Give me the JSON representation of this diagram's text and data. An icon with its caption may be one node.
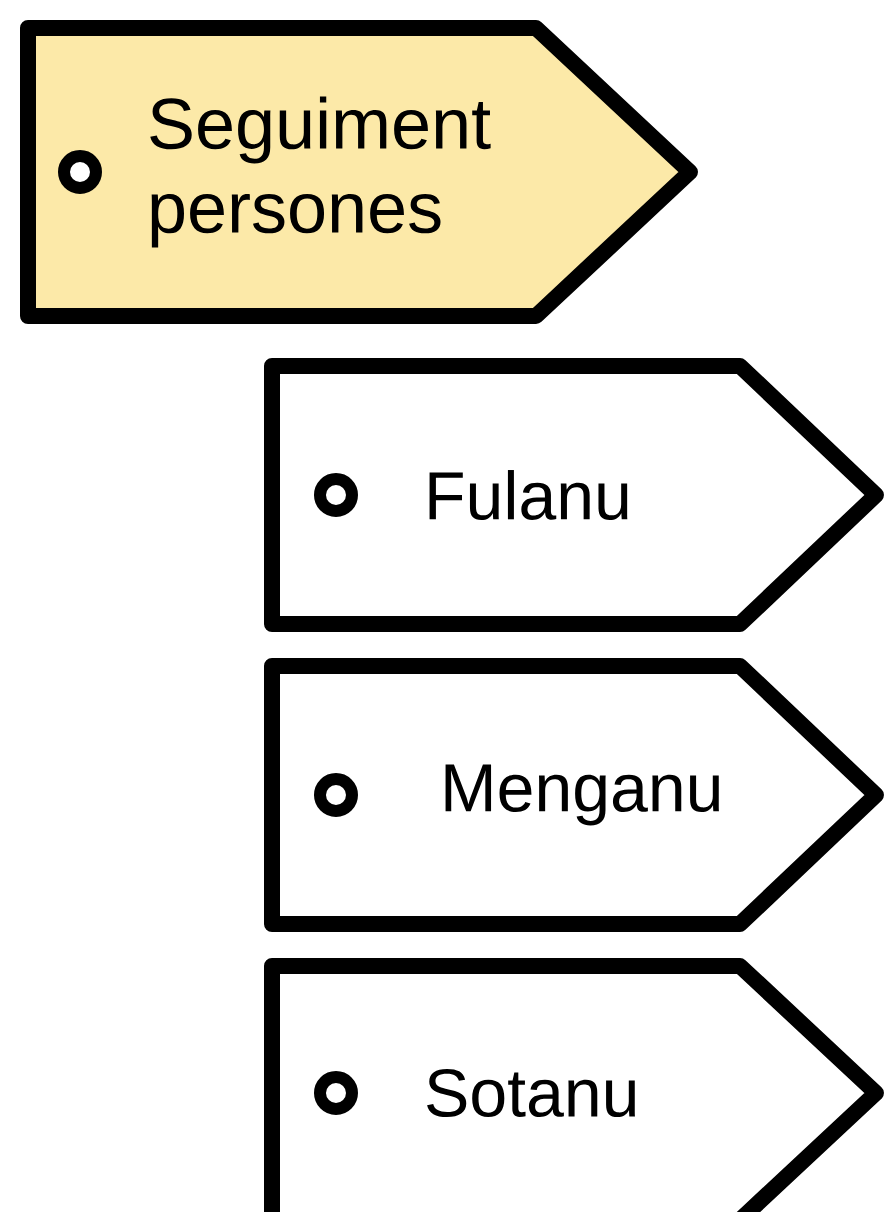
{
  "diagram": {
    "nodes": [
      {
        "text": [
          "Seguiment persones"
        ]
      },
      {
        "text": [
          "Fulanu"
        ]
      },
      {
        "text": [
          "Menganu"
        ]
      },
      {
        "text": [
          "Sotanu"
        ]
      }
    ]
  }
}
